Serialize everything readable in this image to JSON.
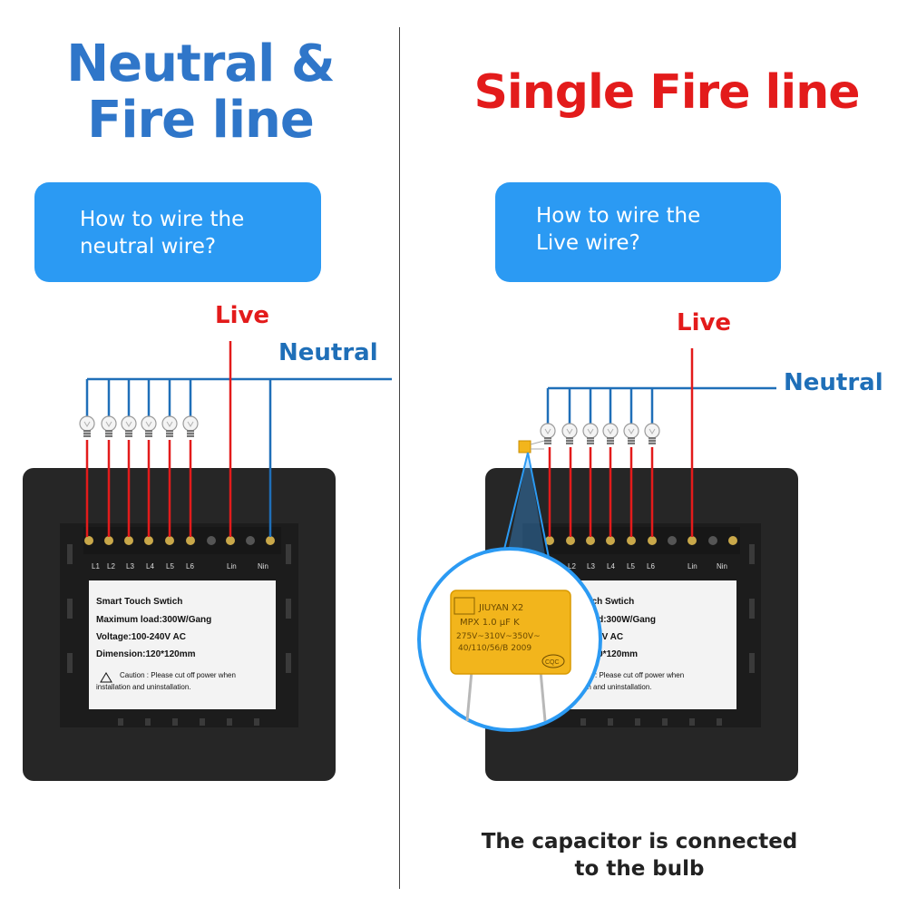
{
  "left": {
    "title_line1": "Neutral &",
    "title_line2": "Fire line",
    "bubble_line1": "How to wire the",
    "bubble_line2": "neutral wire?",
    "live_label": "Live",
    "neutral_label": "Neutral"
  },
  "right": {
    "title": "Single Fire line",
    "bubble_line1": "How to wire the",
    "bubble_line2": "Live wire?",
    "live_label": "Live",
    "neutral_label": "Neutral",
    "caption_line1": "The capacitor is connected",
    "caption_line2": "to the bulb"
  },
  "terminals": {
    "labels": [
      "L1",
      "L2",
      "L3",
      "L4",
      "L5",
      "L6",
      "Lin",
      "Nin"
    ]
  },
  "sticker": {
    "line1": "Smart Touch Swtich",
    "line2": "Maximum load:300W/Gang",
    "line3": "Voltage:100-240V AC",
    "line4": "Dimension:120*120mm",
    "caution1": "Caution : Please cut off power when",
    "caution2": "installation and uninstallation."
  },
  "sticker_right": {
    "line1": "rt Touch Swtich",
    "line2": "mum load:300W/Gang",
    "line3": "e:100-240V AC",
    "line4": "nsion:120*120mm",
    "caution1": "aution : Please cut off power when",
    "caution2": "installation and uninstallation."
  },
  "capacitor": {
    "line1": "JIUYAN X2",
    "line2": "MPX 1.0 µF K",
    "line3": "275V~310V~350V~",
    "line4": "40/110/56/B  2009",
    "line5": "CQC"
  },
  "colors": {
    "live": "#e31b1b",
    "neutral": "#1f6fb8",
    "bubble": "#2b9af3",
    "switch_body": "#2a2a2a",
    "capacitor": "#f2b51c"
  }
}
